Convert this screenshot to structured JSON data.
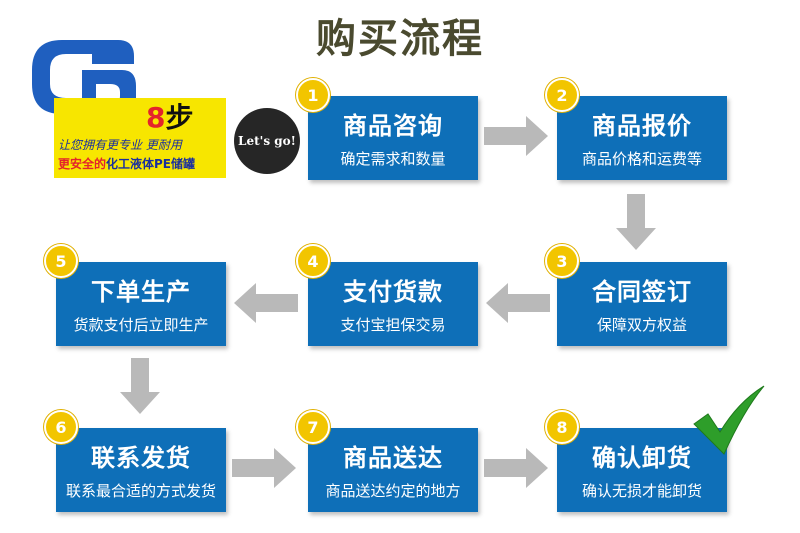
{
  "title": "购买流程",
  "banner": {
    "step_num": "8",
    "step_suffix": "步",
    "line1": "让您拥有更专业 更耐用",
    "line2_red": "更安全的",
    "line2_blue": "化工液体PE储罐"
  },
  "letsgo": "Let's go!",
  "steps": [
    {
      "num": "1",
      "name": "商品咨询",
      "desc": "确定需求和数量"
    },
    {
      "num": "2",
      "name": "商品报价",
      "desc": "商品价格和运费等"
    },
    {
      "num": "3",
      "name": "合同签订",
      "desc": "保障双方权益"
    },
    {
      "num": "4",
      "name": "支付货款",
      "desc": "支付宝担保交易"
    },
    {
      "num": "5",
      "name": "下单生产",
      "desc": "货款支付后立即生产"
    },
    {
      "num": "6",
      "name": "联系发货",
      "desc": "联系最合适的方式发货"
    },
    {
      "num": "7",
      "name": "商品送达",
      "desc": "商品送达约定的地方"
    },
    {
      "num": "8",
      "name": "确认卸货",
      "desc": "确认无损才能卸货"
    }
  ],
  "colors": {
    "box": "#0e6fb8",
    "badge": "#f2c500",
    "arrow": "#b9b9b9",
    "check": "#2e9e2a",
    "title": "#4a4a2f"
  },
  "icons": {
    "logo": "company-logo-icon",
    "check": "checkmark-icon",
    "arrow": "arrow-icon"
  }
}
